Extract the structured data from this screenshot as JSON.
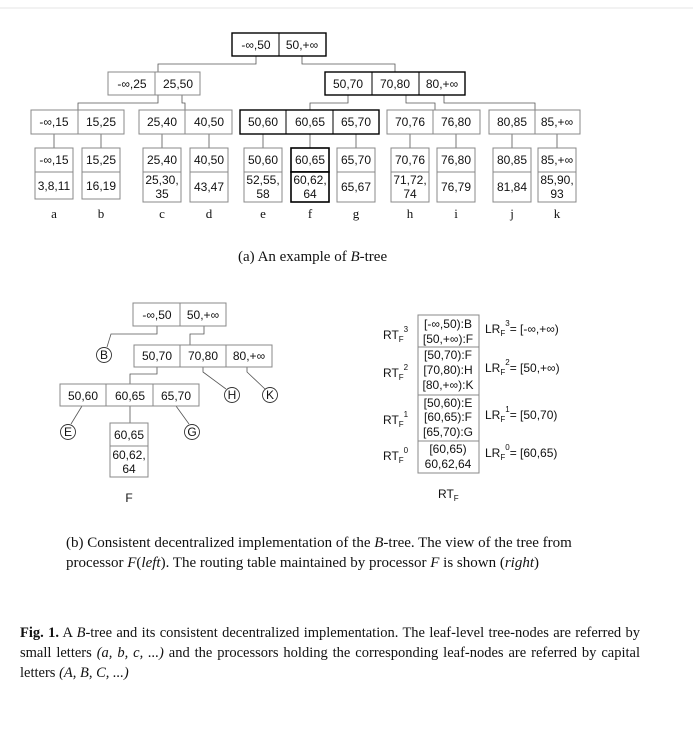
{
  "tree_a": {
    "root": [
      "-∞,50",
      "50,+∞"
    ],
    "level2_left": [
      "-∞,25",
      "25,50"
    ],
    "level2_right": [
      "50,70",
      "70,80",
      "80,+∞"
    ],
    "level3": [
      [
        "-∞,15",
        "15,25"
      ],
      [
        "25,40",
        "40,50"
      ],
      [
        "50,60",
        "60,65",
        "65,70"
      ],
      [
        "70,76",
        "76,80"
      ],
      [
        "80,85",
        "85,+∞"
      ]
    ],
    "leaves": [
      {
        "range": "-∞,15",
        "keys": [
          "3,8,11"
        ],
        "letter": "a"
      },
      {
        "range": "15,25",
        "keys": [
          "16,19"
        ],
        "letter": "b"
      },
      {
        "range": "25,40",
        "keys": [
          "25,30,",
          "35"
        ],
        "letter": "c"
      },
      {
        "range": "40,50",
        "keys": [
          "43,47"
        ],
        "letter": "d"
      },
      {
        "range": "50,60",
        "keys": [
          "52,55,",
          "58"
        ],
        "letter": "e"
      },
      {
        "range": "60,65",
        "keys": [
          "60,62,",
          "64"
        ],
        "letter": "f"
      },
      {
        "range": "65,70",
        "keys": [
          "65,67"
        ],
        "letter": "g"
      },
      {
        "range": "70,76",
        "keys": [
          "71,72,",
          "74"
        ],
        "letter": "h"
      },
      {
        "range": "76,80",
        "keys": [
          "76,79"
        ],
        "letter": "i"
      },
      {
        "range": "80,85",
        "keys": [
          "81,84"
        ],
        "letter": "j"
      },
      {
        "range": "85,+∞",
        "keys": [
          "85,90,",
          "93"
        ],
        "letter": "k"
      }
    ]
  },
  "tree_b": {
    "root": [
      "-∞,50",
      "50,+∞"
    ],
    "level2": [
      "50,70",
      "70,80",
      "80,+∞"
    ],
    "level3": [
      "50,60",
      "60,65",
      "65,70"
    ],
    "leaf": [
      "60,65",
      "60,62,",
      "64"
    ],
    "circles": [
      "B",
      "H",
      "K",
      "E",
      "G"
    ],
    "leaf_label": "F"
  },
  "routing_table": {
    "rows": [
      {
        "rt_label": "RT",
        "sub": "F",
        "sup": "3",
        "entries": [
          "[-∞,50):B",
          "[50,+∞):F"
        ],
        "lr": "LR",
        "lr_sub": "F",
        "lr_sup": "3",
        "lr_value": "= [-∞,+∞)"
      },
      {
        "rt_label": "RT",
        "sub": "F",
        "sup": "2",
        "entries": [
          "[50,70):F",
          "[70,80):H",
          "[80,+∞):K"
        ],
        "lr": "LR",
        "lr_sub": "F",
        "lr_sup": "2",
        "lr_value": "= [50,+∞)"
      },
      {
        "rt_label": "RT",
        "sub": "F",
        "sup": "1",
        "entries": [
          "[50,60):E",
          "[60,65):F",
          "[65,70):G"
        ],
        "lr": "LR",
        "lr_sub": "F",
        "lr_sup": "1",
        "lr_value": "= [50,70)"
      },
      {
        "rt_label": "RT",
        "sub": "F",
        "sup": "0",
        "entries": [
          "[60,65)",
          "60,62,64"
        ],
        "lr": "LR",
        "lr_sub": "F",
        "lr_sup": "0",
        "lr_value": "= [60,65)"
      }
    ],
    "caption": "RT",
    "caption_sub": "F"
  },
  "caption_a": {
    "text1": "(a) An example of ",
    "italic": "B",
    "text2": "-tree"
  },
  "caption_b": {
    "t1": "(b) Consistent decentralized implementation of the ",
    "i1": "B",
    "t2": "-tree. The view of the tree from processor ",
    "i2": "F",
    "t3": "(",
    "i3": "left",
    "t4": "). The routing table maintained by processor ",
    "i4": "F",
    "t5": " is shown ",
    "t6": "(",
    "i5": "right",
    "t7": ")"
  },
  "caption_fig": {
    "label": "Fig. 1.",
    "t1": " A ",
    "i1": "B",
    "t2": "-tree and its consistent decentralized implementation. The leaf-level tree-nodes are referred by small letters ",
    "i2": "(a, b, c, ...)",
    "t3": " and the processors holding the corresponding leaf-nodes are referred by capital letters ",
    "i3": "(A, B, C, ...)"
  }
}
